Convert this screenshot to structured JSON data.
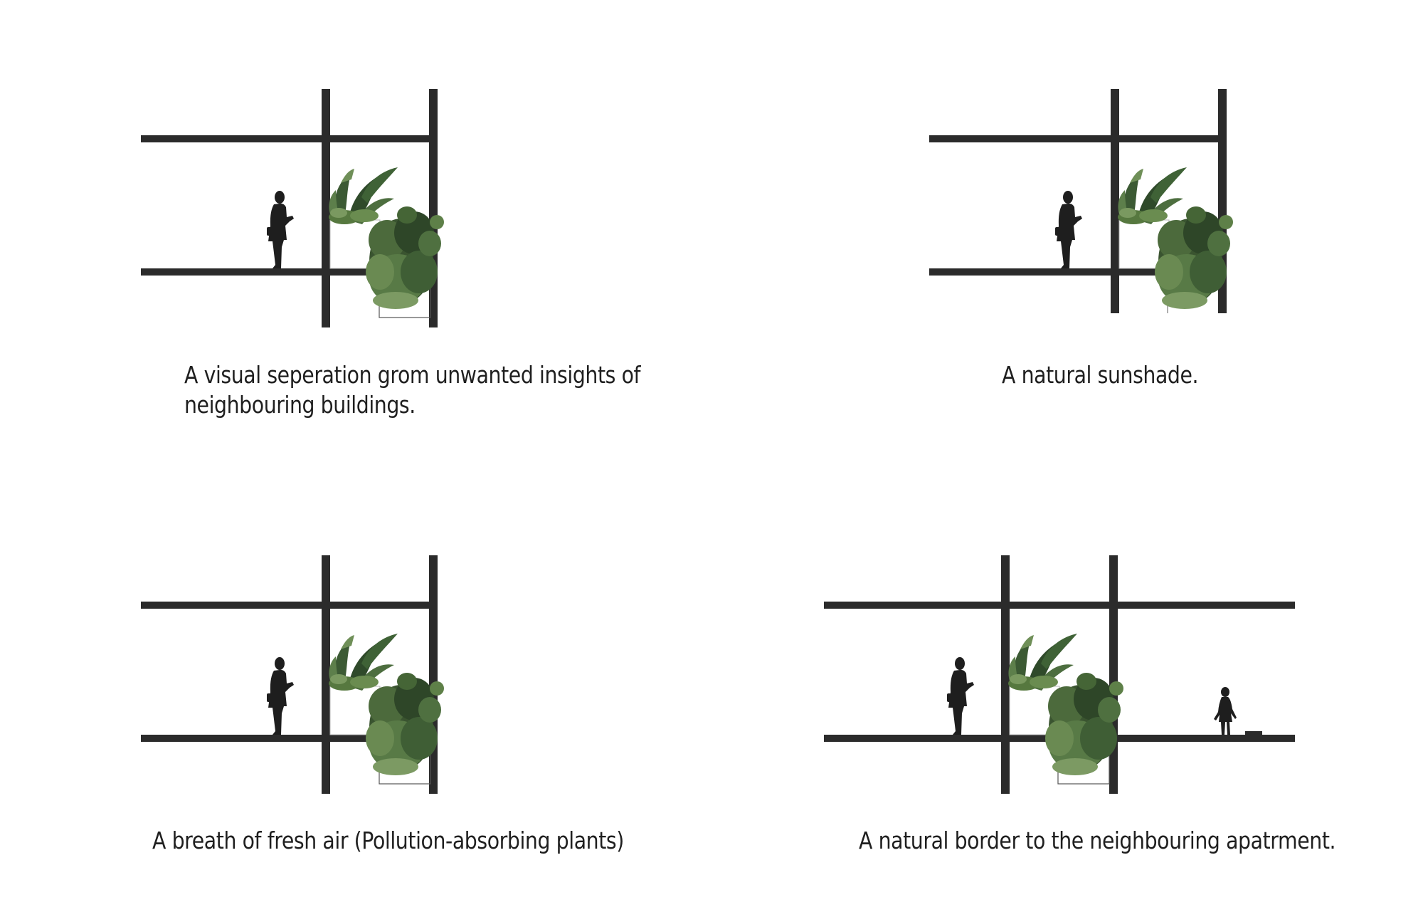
{
  "colors": {
    "structure": "#2b2b2b",
    "plant_dark": "#2f4a2a",
    "plant_mid": "#4d6e3f",
    "plant_light": "#7a9960",
    "figure": "#1e1e1e"
  },
  "icons": {
    "adult": "person-silhouette-icon",
    "child": "child-silhouette-icon",
    "plants": "plant-foliage-icon"
  },
  "captions": [
    {
      "line1": "A visual seperation grom unwanted insights of",
      "line2": "neighbouring buildings."
    },
    {
      "line1": "A natural sunshade."
    },
    {
      "line1": "A breath of fresh air (Pollution-absorbing plants)"
    },
    {
      "line1": "A natural border to the neighbouring apatrment."
    }
  ]
}
